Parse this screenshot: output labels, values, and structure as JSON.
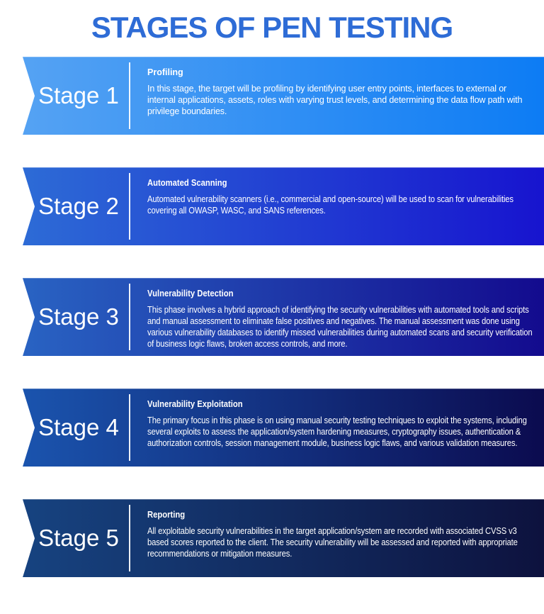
{
  "title": "STAGES OF PEN TESTING",
  "colors": {
    "title": "#2e6cd6",
    "text_on_banner": "#ffffff",
    "divider": "#ffffff",
    "background": "#ffffff"
  },
  "stages": [
    {
      "label": "Stage 1",
      "heading": "Profiling",
      "body": "In this stage, the target will be profiling by identifying user entry points, interfaces to external or internal applications, assets, roles with varying trust levels, and determining the data flow path with privilege boundaries.",
      "gradient": [
        "#58a4f3",
        "#0d7cf4"
      ]
    },
    {
      "label": "Stage 2",
      "heading": "Automated Scanning",
      "body": "Automated vulnerability scanners (i.e., commercial and open-source) will be used to scan for vulnerabilities covering all OWASP, WASC, and SANS references.",
      "gradient": [
        "#2e6fd6",
        "#1714cf"
      ]
    },
    {
      "label": "Stage 3",
      "heading": "Vulnerability Detection",
      "body": "This phase involves a hybrid approach of identifying the security vulnerabilities with automated tools and scripts and manual assessment to eliminate false positives and negatives. The manual assessment was done using various vulnerability databases to identify missed vulnerabilities during automated scans and security verification of business logic flaws, broken access controls, and more.",
      "gradient": [
        "#2a67c5",
        "#130b8e"
      ]
    },
    {
      "label": "Stage 4",
      "heading": "Vulnerability Exploitation",
      "body": "The primary focus in this phase is on using manual security testing techniques to exploit the systems, including several exploits to assess the application/system hardening measures, cryptography issues, authentication & authorization controls, session management module, business logic flaws, and various validation measures.",
      "gradient": [
        "#1b57b2",
        "#0b0b4f"
      ]
    },
    {
      "label": "Stage 5",
      "heading": "Reporting",
      "body": "All exploitable security vulnerabilities in the target application/system are recorded with associated CVSS v3 based scores reported to the client. The security vulnerability will be assessed and reported with appropriate recommendations or mitigation measures.",
      "gradient": [
        "#174583",
        "#0d123e"
      ]
    }
  ]
}
